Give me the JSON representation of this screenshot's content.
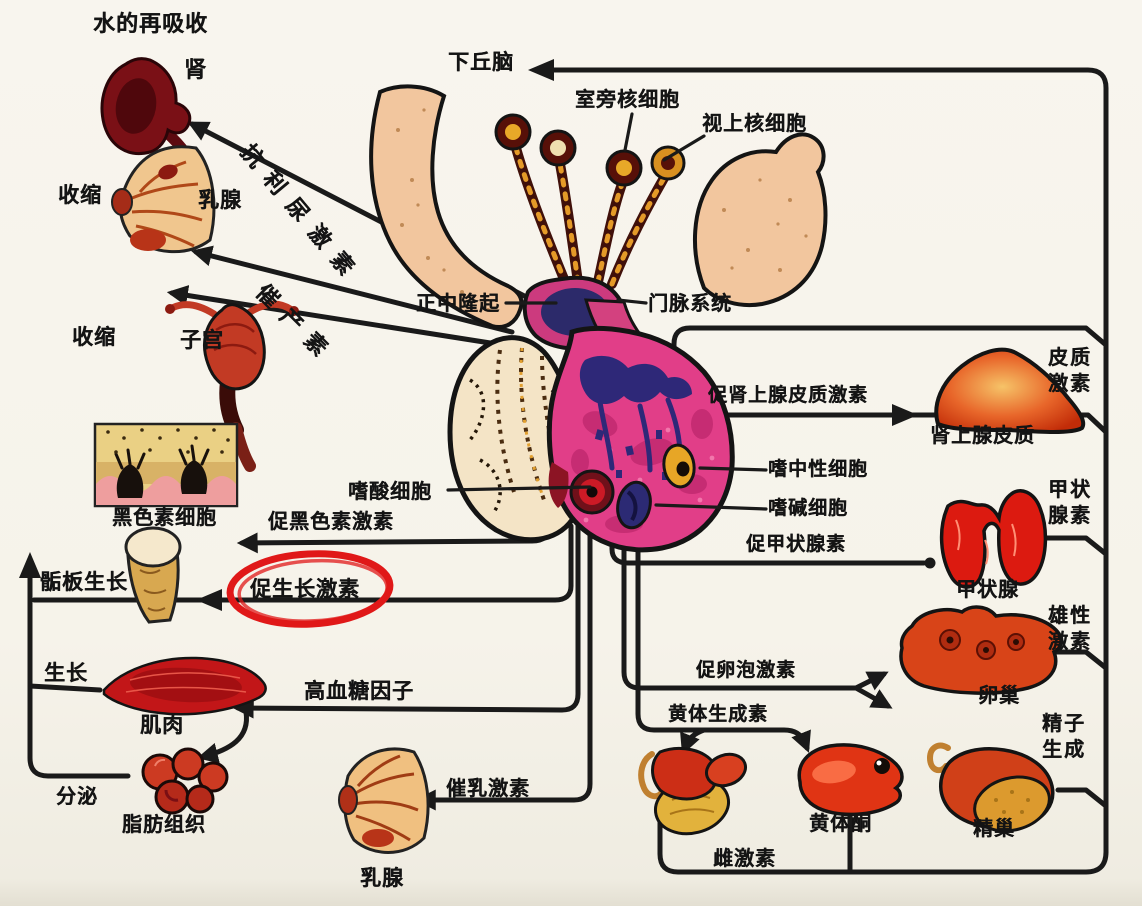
{
  "figure": {
    "type": "endocrine-system-diagram",
    "subject": "hypothalamus-pituitary hormone pathways",
    "highlighted_term": "促生长激素"
  },
  "labels": {
    "water_reabsorption": "水的再吸收",
    "kidney": "肾",
    "contract_breast": "收缩",
    "breast": "乳腺",
    "adh": "抗利尿激素",
    "oxytocin": "催产素",
    "contract_uterus": "收缩",
    "uterus": "子宫",
    "melanocyte": "黑色素细胞",
    "msh": "促黑色素激素",
    "epiphysis": "骺板生长",
    "gh": "促生长激素",
    "growth": "生长",
    "muscle": "肌肉",
    "hyperglycemic": "高血糖因子",
    "secretion": "分泌",
    "adipose": "脂肪组织",
    "prolactin": "催乳激素",
    "breast_bottom": "乳腺",
    "hypothalamus": "下丘脑",
    "paraventricular": "室旁核细胞",
    "supraoptic": "视上核细胞",
    "median_eminence": "正中隆起",
    "portal_system": "门脉系统",
    "acidophil": "嗜酸细胞",
    "neutrophil": "嗜中性细胞",
    "basophil": "嗜碱细胞",
    "acth": "促肾上腺皮质激素",
    "adrenal_cortex": "肾上腺皮质",
    "cortical": "皮质激素",
    "tsh": "促甲状腺素",
    "thyroxine": "甲状腺素",
    "thyroid": "甲状腺",
    "fsh": "促卵泡激素",
    "ovary": "卵巢",
    "androgen": "雄性激素",
    "lh": "黄体生成素",
    "sperm": "精子生成",
    "progesterone": "黄体酮",
    "testis": "精巢",
    "estrogen": "雌激素"
  },
  "colors": {
    "line": "#1a1a1a",
    "highlight_circle": "#e01818",
    "anterior_pituitary": "#e13e88",
    "posterior_pituitary": "#f4e4c6",
    "portal_navy": "#2e2878",
    "hypothalamus_tan": "#f2c69e",
    "organ_red": "#cc2e16",
    "organ_yellow": "#e2b23c"
  }
}
